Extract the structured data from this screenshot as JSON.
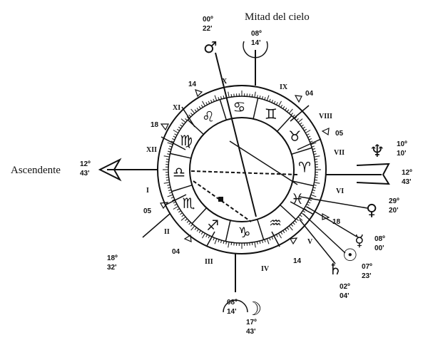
{
  "labels": {
    "midheaven": "Mitad del cielo",
    "ascendant": "Ascendente"
  },
  "ascendant": {
    "deg": "12º",
    "min": "43'"
  },
  "midheaven": {
    "deg": "08º",
    "min": "14'"
  },
  "ic": {
    "deg": "08º",
    "min": "14'"
  },
  "houses": [
    "I",
    "II",
    "III",
    "IV",
    "V",
    "VI",
    "VII",
    "VIII",
    "IX",
    "X",
    "XI",
    "XII"
  ],
  "cusp_degrees": {
    "xi": "14",
    "xii": "18",
    "ii": "05",
    "iii": "04",
    "v": "14",
    "vi": "18",
    "viii": "05",
    "ix": "04"
  },
  "signs": [
    {
      "name": "virgo",
      "glyph": "♍"
    },
    {
      "name": "libra",
      "glyph": "♎"
    },
    {
      "name": "scorpio",
      "glyph": "♏"
    },
    {
      "name": "sagittarius",
      "glyph": "♐"
    },
    {
      "name": "capricorn",
      "glyph": "♑"
    },
    {
      "name": "aquarius",
      "glyph": "♒"
    },
    {
      "name": "pisces",
      "glyph": "♓"
    },
    {
      "name": "aries",
      "glyph": "♈"
    },
    {
      "name": "taurus",
      "glyph": "♉"
    },
    {
      "name": "gemini",
      "glyph": "♊"
    },
    {
      "name": "cancer",
      "glyph": "♋"
    },
    {
      "name": "leo",
      "glyph": "♌"
    }
  ],
  "planets": {
    "mars": {
      "glyph": "♂",
      "deg": "00º",
      "min": "22'"
    },
    "neptune": {
      "glyph": "♆",
      "deg": "10º",
      "min": "10'"
    },
    "uranus_pos": {
      "deg": "12º",
      "min": "43'"
    },
    "venus": {
      "glyph": "♀",
      "deg": "29º",
      "min": "20'"
    },
    "mercury": {
      "glyph": "☿",
      "deg": "08º",
      "min": "00'"
    },
    "sun": {
      "glyph": "☉",
      "deg": "07º",
      "min": "23'"
    },
    "saturn": {
      "glyph": "♄",
      "deg": "02º",
      "min": "04'"
    },
    "moon": {
      "glyph": "☽",
      "deg": "17º",
      "min": "43'"
    },
    "unlabeled": {
      "deg": "18º",
      "min": "32'"
    }
  }
}
